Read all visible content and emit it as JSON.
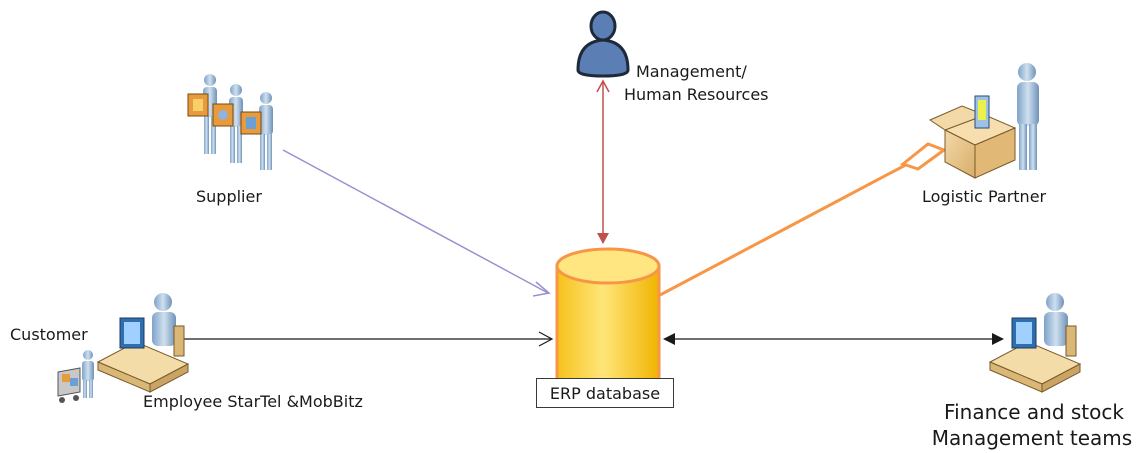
{
  "labels": {
    "management": [
      "Management/",
      "Human Resources"
    ],
    "supplier": "Supplier",
    "logistic": "Logistic Partner",
    "customer": "Customer",
    "employee": "Employee StarTel &MobBitz",
    "database": "ERP database",
    "finance": [
      "Finance and stock",
      "Management teams"
    ]
  },
  "colors": {
    "supplier_link": "#9b8fd0",
    "management_link": "#c0504d",
    "logistic_link": "#f79646",
    "employee_link": "#1a1a1a",
    "finance_link": "#1a1a1a",
    "db_fill": "#ffd54f",
    "db_stroke": "#f79646"
  },
  "icons": {
    "management": "person-silhouette-icon",
    "supplier": "supplier-group-icon",
    "logistic": "logistic-worker-box-icon",
    "customer": "shopping-cart-person-icon",
    "employee": "office-worker-desk-icon",
    "finance": "office-worker-desk-icon",
    "database": "database-cylinder-icon"
  }
}
